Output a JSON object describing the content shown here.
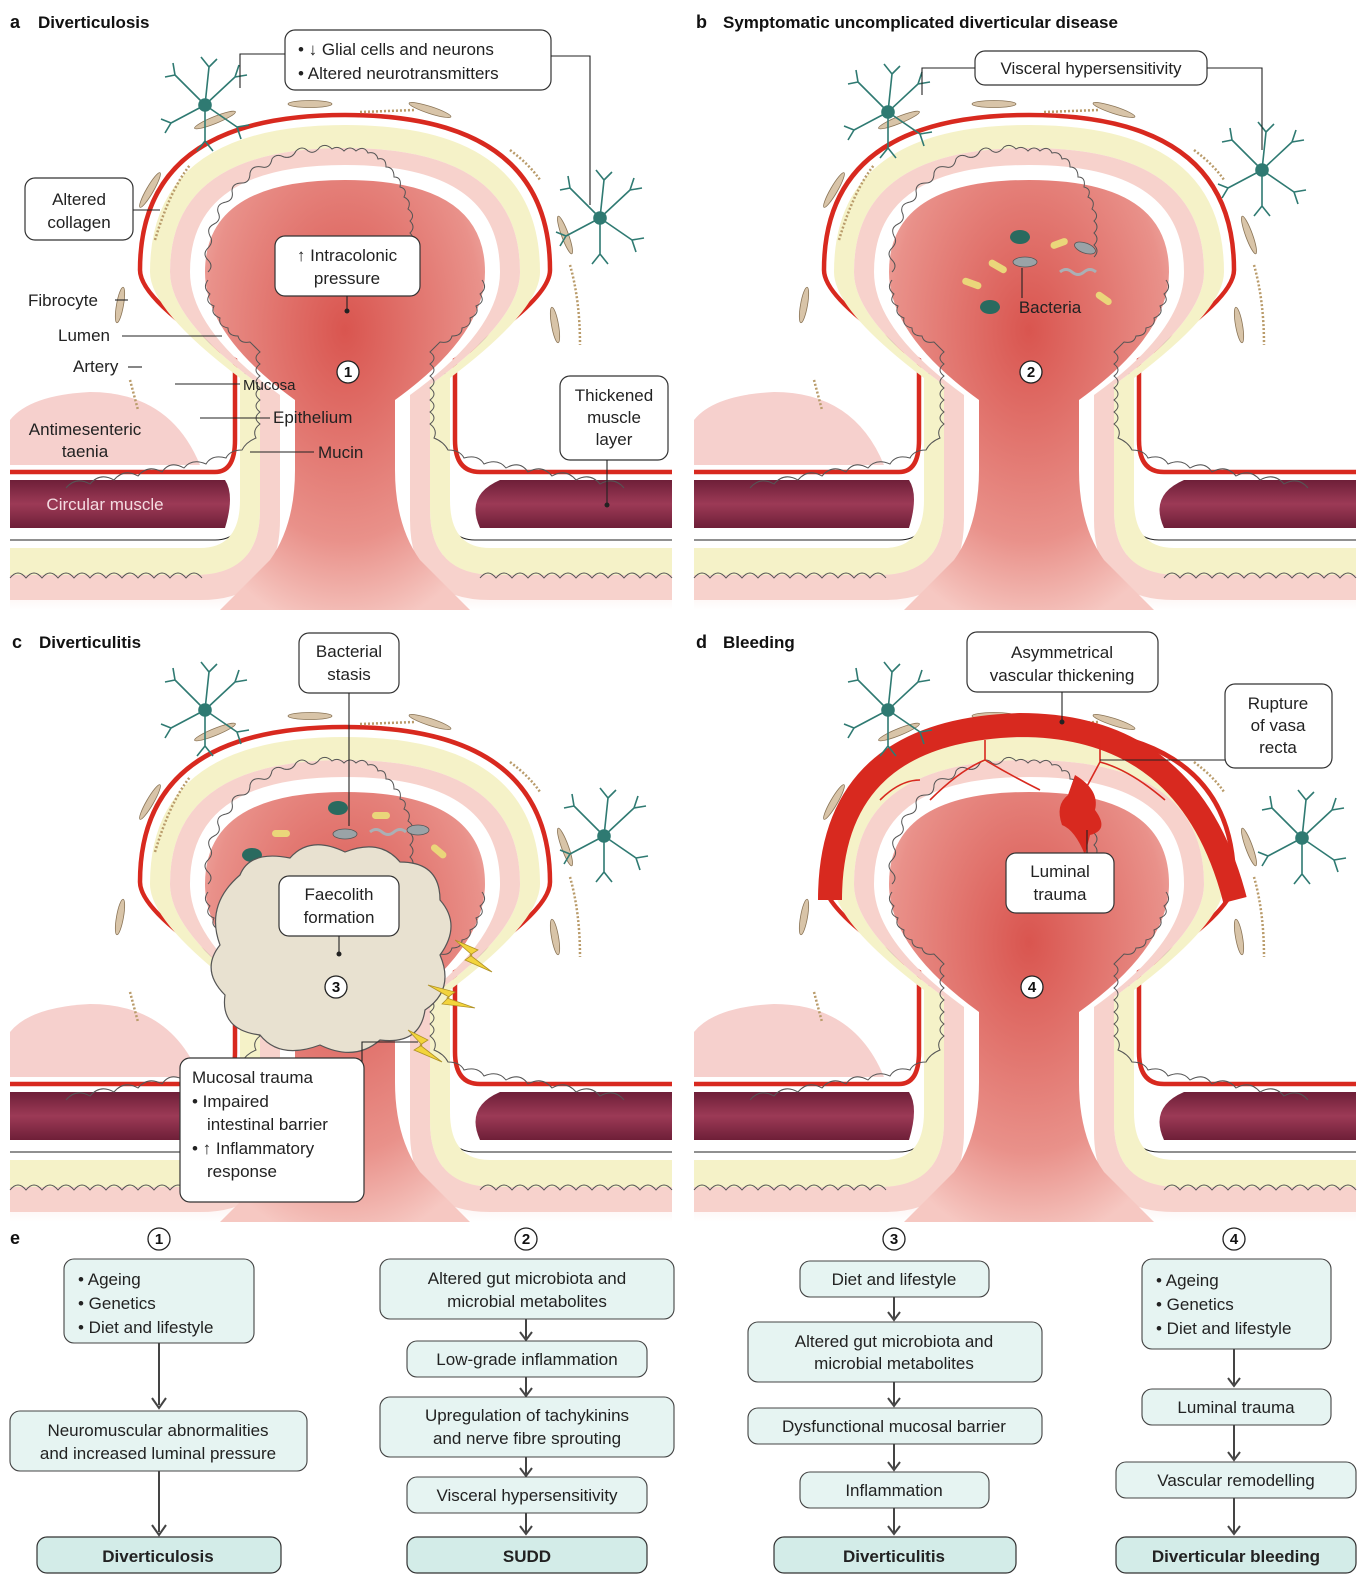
{
  "panels": {
    "a": {
      "letter": "a",
      "title": "Diverticulosis",
      "glia_box": [
        "• ↓ Glial cells and neurons",
        "• Altered neurotransmitters"
      ],
      "collagen": [
        "Altered",
        "collagen"
      ],
      "pressure": [
        "↑ Intracolonic",
        "pressure"
      ],
      "fibrocyte": "Fibrocyte",
      "lumen": "Lumen",
      "artery": "Artery",
      "mucosa": "Mucosa",
      "epithelium": "Epithelium",
      "mucin": "Mucin",
      "taenia": [
        "Antimesenteric",
        "taenia"
      ],
      "circular": "Circular muscle",
      "muscle_box": [
        "Thickened",
        "muscle",
        "layer"
      ],
      "num": "1"
    },
    "b": {
      "letter": "b",
      "title": "Symptomatic uncomplicated diverticular disease",
      "visceral": "Visceral hypersensitivity",
      "bacteria": "Bacteria",
      "num": "2"
    },
    "c": {
      "letter": "c",
      "title": "Diverticulitis",
      "stasis": [
        "Bacterial",
        "stasis"
      ],
      "faecolith": [
        "Faecolith",
        "formation"
      ],
      "trauma": [
        "Mucosal trauma",
        "• Impaired",
        "intestinal barrier",
        "• ↑ Inflammatory",
        "response"
      ],
      "num": "3"
    },
    "d": {
      "letter": "d",
      "title": "Bleeding",
      "asym": [
        "Asymmetrical",
        "vascular thickening"
      ],
      "rupture": [
        "Rupture",
        "of vasa",
        "recta"
      ],
      "luminal": [
        "Luminal",
        "trauma"
      ],
      "num": "4"
    }
  },
  "flow": {
    "letter": "e",
    "col1": {
      "num": "1",
      "b1": [
        "• Ageing",
        "• Genetics",
        "• Diet and lifestyle"
      ],
      "b2": [
        "Neuromuscular abnormalities",
        "and increased luminal pressure"
      ],
      "out": "Diverticulosis"
    },
    "col2": {
      "num": "2",
      "b1": [
        "Altered gut microbiota and",
        "microbial metabolites"
      ],
      "b2": "Low-grade inflammation",
      "b3": [
        "Upregulation of tachykinins",
        "and nerve fibre sprouting"
      ],
      "b4": "Visceral hypersensitivity",
      "out": "SUDD"
    },
    "col3": {
      "num": "3",
      "b1": "Diet and lifestyle",
      "b2": [
        "Altered gut microbiota and",
        "microbial metabolites"
      ],
      "b3": "Dysfunctional mucosal barrier",
      "b4": "Inflammation",
      "out": "Diverticulitis"
    },
    "col4": {
      "num": "4",
      "b1": [
        "• Ageing",
        "• Genetics",
        "• Diet and lifestyle"
      ],
      "b2": "Luminal trauma",
      "b3": "Vascular remodelling",
      "out": "Diverticular bleeding"
    }
  },
  "colors": {
    "lumen": "#d9635e",
    "mucosa": "#f7d2cc",
    "submucosa": "#f5f2c8",
    "artery": "#d8291f",
    "muscle": "#8a2d47",
    "taenia": "#f6d0cd",
    "neuron": "#2f7a72",
    "flowbox": "#e6f4f2"
  }
}
